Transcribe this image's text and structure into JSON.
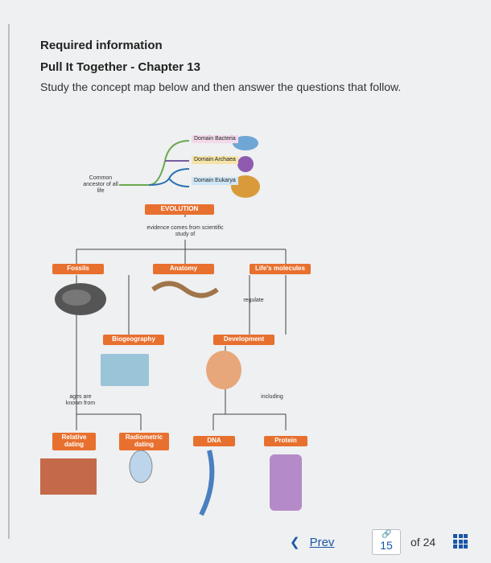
{
  "header": {
    "required_info": "Required information",
    "title": "Pull It Together - Chapter 13",
    "instructions": "Study the concept map below and then answer the questions that follow."
  },
  "concept_map": {
    "common_ancestor": "Common ancestor of all life",
    "domains": [
      "Domain Bacteria",
      "Domain Archaea",
      "Domain Eukarya"
    ],
    "evolution": "EVOLUTION",
    "evidence_text": "evidence comes from scientific study of",
    "fossils": "Fossils",
    "anatomy": "Anatomy",
    "lifes_molecules": "Life's molecules",
    "regulate": "regulate",
    "biogeography": "Biogeography",
    "development": "Development",
    "ages_text": "ages are known from",
    "including": "including",
    "relative_dating": "Relative dating",
    "radiometric_dating": "Radiometric dating",
    "dna": "DNA",
    "protein": "Protein",
    "colors": {
      "accent": "#e8702f",
      "bacteria": "#f3d9ec",
      "archaea": "#f6e4a8",
      "eukarya": "#cfe6f7"
    }
  },
  "pagination": {
    "prev_label": "Prev",
    "current_page": "15",
    "of_total": "of 24",
    "link_icon": "link-icon",
    "grid_icon": "grid-icon"
  }
}
